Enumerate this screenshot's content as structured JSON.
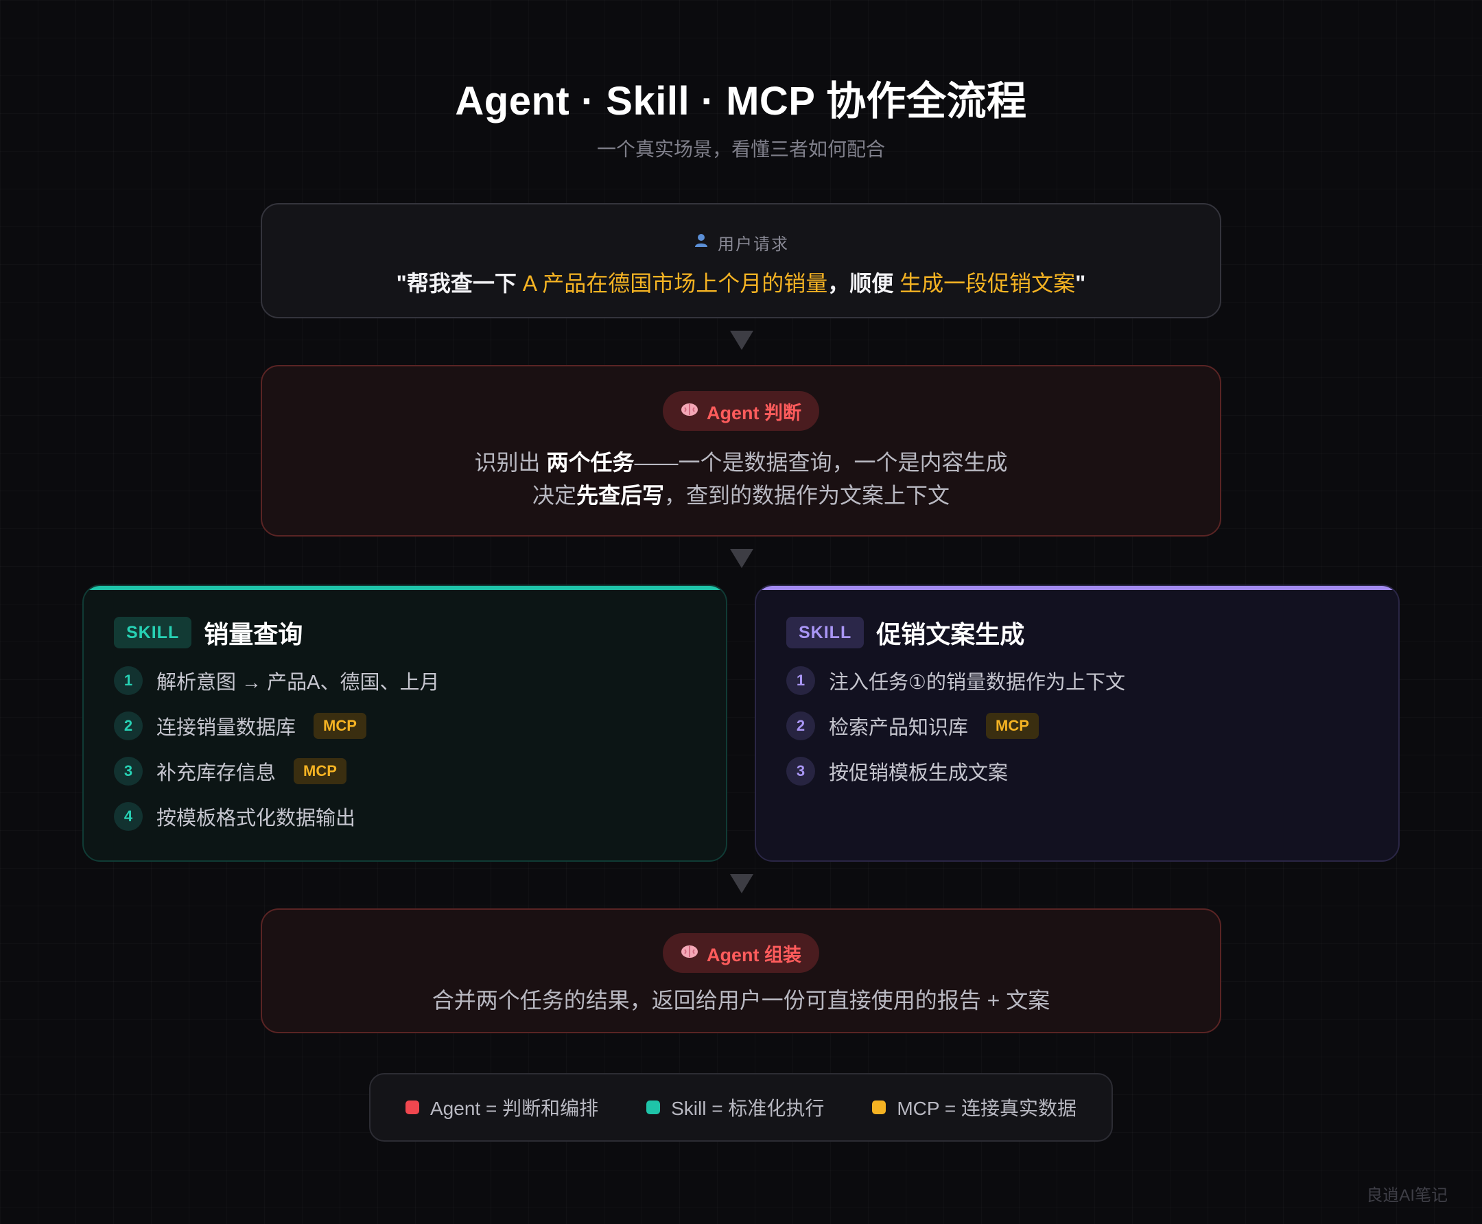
{
  "header": {
    "title": "Agent · Skill · MCP 协作全流程",
    "subtitle": "一个真实场景，看懂三者如何配合"
  },
  "user_request": {
    "label": "用户请求",
    "quote_open": "\"帮我查一下 ",
    "highlight1": "A 产品在德国市场上个月的销量",
    "middle": "，顺便 ",
    "highlight2": "生成一段促销文案",
    "quote_close": "\""
  },
  "agent_judge": {
    "pill": "Agent 判断",
    "line1_pre": "识别出 ",
    "line1_bold": "两个任务",
    "line1_post": "——一个是数据查询，一个是内容生成",
    "line2_pre": "决定",
    "line2_bold": "先查后写",
    "line2_post": "，查到的数据作为文案上下文"
  },
  "skill_sales": {
    "tag": "SKILL",
    "title": "销量查询",
    "steps": [
      {
        "num": "1",
        "text": "解析意图 → 产品A、德国、上月"
      },
      {
        "num": "2",
        "text": "连接销量数据库",
        "badge": "MCP"
      },
      {
        "num": "3",
        "text": "补充库存信息",
        "badge": "MCP"
      },
      {
        "num": "4",
        "text": "按模板格式化数据输出"
      }
    ]
  },
  "skill_copy": {
    "tag": "SKILL",
    "title": "促销文案生成",
    "steps": [
      {
        "num": "1",
        "text": "注入任务①的销量数据作为上下文"
      },
      {
        "num": "2",
        "text": "检索产品知识库",
        "badge": "MCP"
      },
      {
        "num": "3",
        "text": "按促销模板生成文案"
      }
    ]
  },
  "agent_assemble": {
    "pill": "Agent 组装",
    "text": "合并两个任务的结果，返回给用户一份可直接使用的报告 + 文案"
  },
  "legend": {
    "items": [
      {
        "text": "Agent = 判断和编排",
        "color": "#f0474f"
      },
      {
        "text": "Skill = 标准化执行",
        "color": "#1fc4a9"
      },
      {
        "text": "MCP = 连接真实数据",
        "color": "#f5b323"
      }
    ]
  },
  "watermark": "良逍AI笔记",
  "colors": {
    "agent": "#ff5c5c",
    "skill_teal": "#1fc4a9",
    "skill_purple": "#a38bf0",
    "mcp": "#f5b323"
  },
  "icons": {
    "user": "user-icon",
    "agent": "brain-icon"
  }
}
